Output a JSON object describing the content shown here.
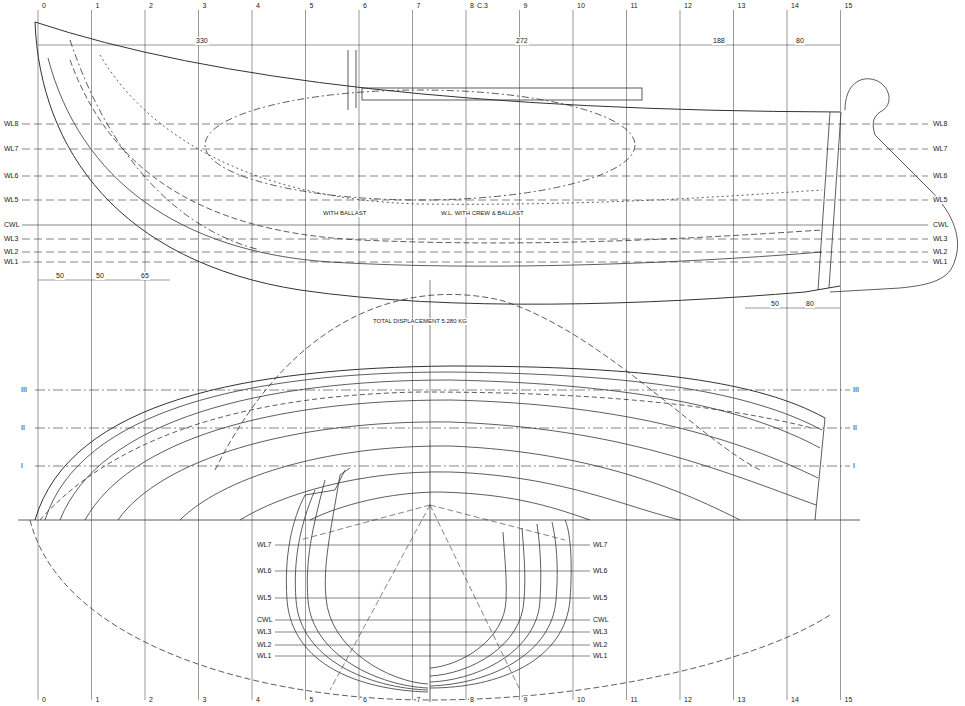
{
  "diagram": {
    "labels": [
      "C.3",
      "0",
      "1",
      "2",
      "3",
      "4",
      "5",
      "6",
      "7",
      "8",
      "9",
      "10",
      "11",
      "12",
      "13",
      "14",
      "15",
      "0",
      "1",
      "2",
      "3",
      "4",
      "5",
      "6",
      "7",
      "8",
      "9",
      "10",
      "11",
      "12",
      "13",
      "14",
      "15",
      "330",
      "272",
      "188",
      "80",
      "50",
      "50",
      "65",
      "50",
      "80",
      "WL8",
      "WL7",
      "WL6",
      "WL5",
      "CWL",
      "WL3",
      "WL2",
      "WL1",
      "WL8",
      "WL7",
      "WL6",
      "WL5",
      "CWL",
      "WL3",
      "WL2",
      "WL1",
      "WL7",
      "WL6",
      "WL5",
      "CWL",
      "WL3",
      "WL2",
      "WL1",
      "WL7",
      "WL6",
      "WL5",
      "CWL",
      "WL3",
      "WL2",
      "WL1",
      "III",
      "II",
      "I",
      "III",
      "II",
      "I",
      "WITH BALLAST",
      "W.L. WITH CREW & BALLAST",
      "TOTAL DISPLACEMENT 5.280 KG"
    ]
  }
}
